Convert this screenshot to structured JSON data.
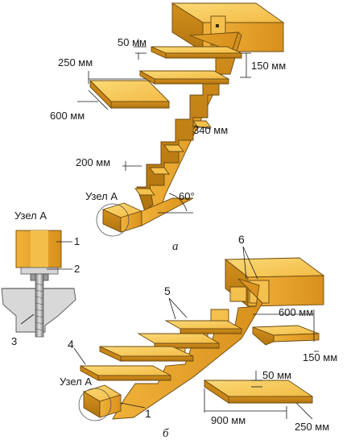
{
  "colors": {
    "wood_light": "#f8cf63",
    "wood_mid": "#eeae2e",
    "wood_dark": "#c88516",
    "wood_darker": "#a96c0c",
    "concrete": "#d9d9d9",
    "metal": "#b8b8b8",
    "line": "#1a1a1a"
  },
  "diagram_a": {
    "caption": "а",
    "dims": {
      "tread_thickness": "50 мм",
      "tread_depth": "250 мм",
      "riser": "150 мм",
      "tread_width": "600 мм",
      "step_length": "340 мм",
      "step_cut": "200 мм"
    },
    "node_label": "Узел А",
    "angle": "60°"
  },
  "node_detail": {
    "title": "Узел А",
    "callouts": [
      "1",
      "2",
      "3"
    ]
  },
  "diagram_b": {
    "caption": "б",
    "node_label": "Узел А",
    "callouts": [
      "4",
      "5",
      "6",
      "1"
    ],
    "dims": {
      "block_width": "600 мм",
      "block_height": "150 мм",
      "tread_thickness": "50 мм",
      "tread_length": "900 мм",
      "tread_depth": "250 мм"
    }
  }
}
